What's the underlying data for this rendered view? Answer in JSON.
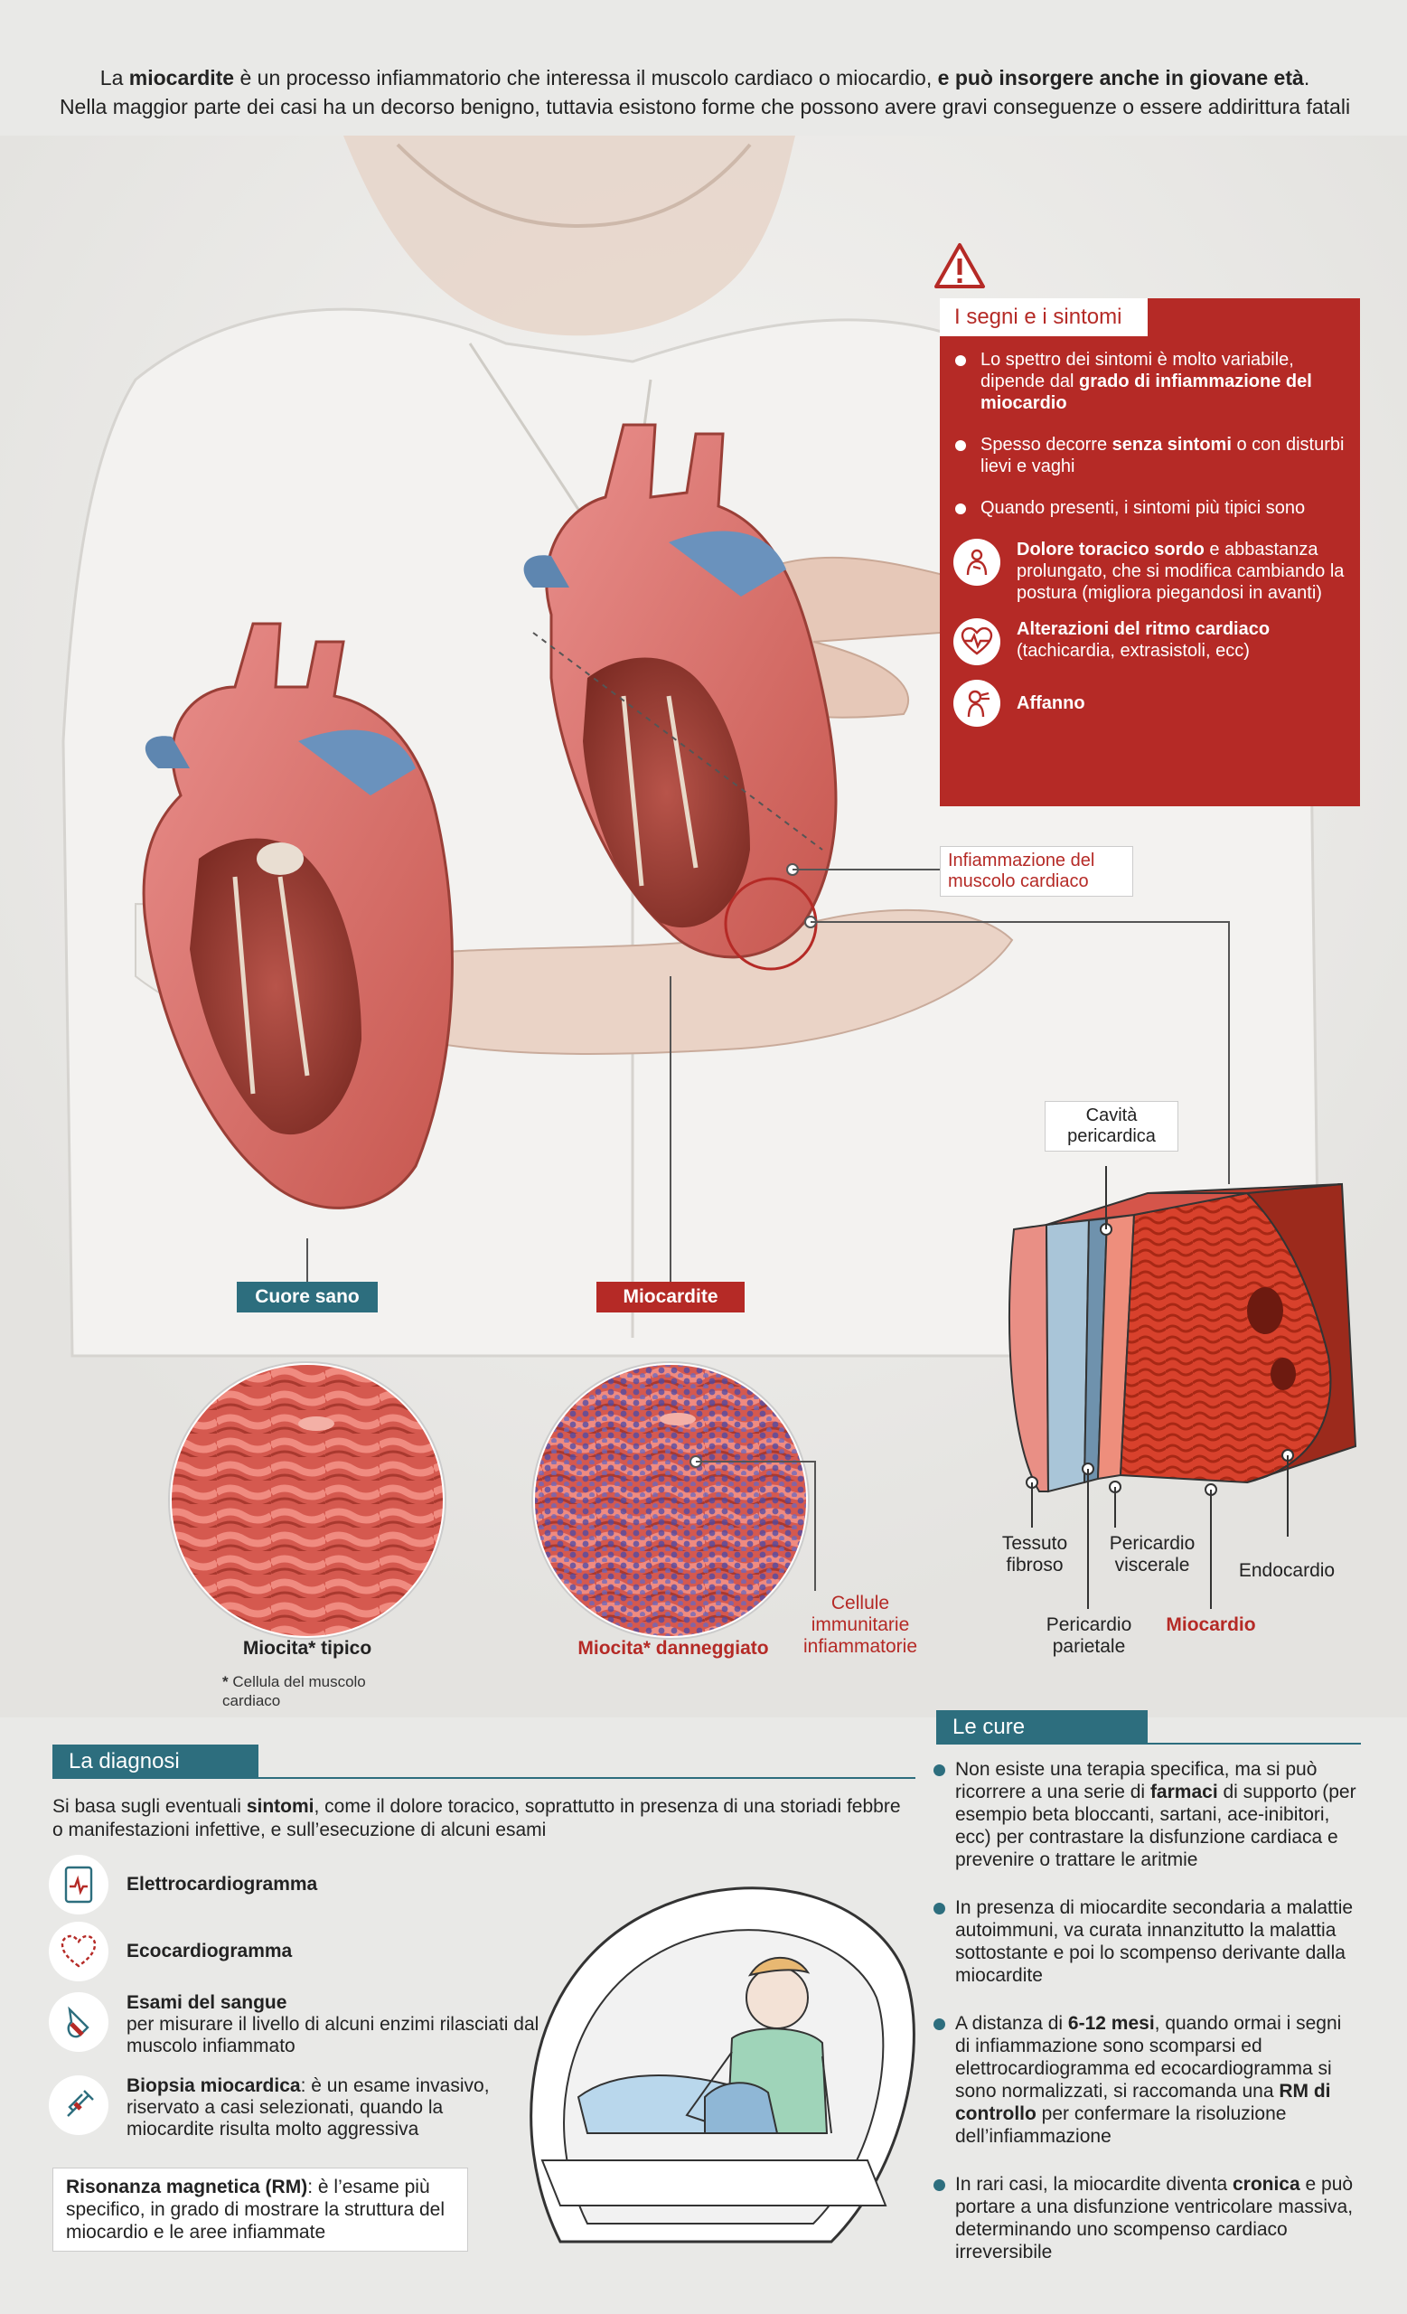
{
  "intro": {
    "line1_pre": "La ",
    "line1_bold1": "miocardite",
    "line1_mid": " è un processo infiammatorio che interessa il muscolo cardiaco o miocardio, ",
    "line1_bold2": "e può insorgere anche in giovane età",
    "line1_end": ".",
    "line2": "Nella maggior parte dei casi ha un decorso benigno, tuttavia esistono forme che possono avere gravi conseguenze o essere addirittura fatali"
  },
  "signs": {
    "title": "I segni e i sintomi",
    "b1_pre": "Lo spettro dei sintomi è molto variabile, dipende dal ",
    "b1_bold": "grado di infiammazione del miocardio",
    "b2_pre": "Spesso decorre ",
    "b2_bold": "senza sintomi",
    "b2_post": " o con disturbi lievi e vaghi",
    "b3": "Quando presenti, i sintomi più tipici sono",
    "s1_bold": "Dolore toracico sordo",
    "s1_rest": " e abbastanza prolungato, che si modifica cambiando la postura (migliora piegandosi in avanti)",
    "s2_bold": "Alterazioni del ritmo cardiaco",
    "s2_rest": " (tachicardia, extrasistoli, ecc)",
    "s3_bold": "Affanno",
    "icons": [
      "chest-pain-icon",
      "heart-rhythm-icon",
      "breathless-icon"
    ]
  },
  "illustration": {
    "inflammation_label": "Infiammazione del muscolo cardiaco",
    "cuore_sano": "Cuore sano",
    "miocardite": "Miocardite",
    "miocita_tipico": "Miocita* tipico",
    "footnote_star": "*",
    "footnote": "Cellula del muscolo cardiaco",
    "miocita_danneggiato": "Miocita* danneggiato",
    "cellule": "Cellule immunitarie infiammatorie",
    "layers": {
      "cavita": "Cavità pericardica",
      "tessuto": "Tessuto fibroso",
      "pericardio_viscerale": "Pericardio viscerale",
      "endocardio": "Endocardio",
      "pericardio_parietale": "Pericardio parietale",
      "miocardio": "Miocardio"
    },
    "colors": {
      "teal": "#2d6e7e",
      "red": "#b52a26"
    }
  },
  "diagnosi": {
    "title": "La diagnosi",
    "intro_pre": "Si basa sugli eventuali ",
    "intro_bold": "sintomi",
    "intro_post": ", come il dolore toracico, soprattutto in presenza di una storiadi febbre o manifestazioni infettive, e sull’esecuzione di alcuni esami",
    "ecg": "Elettrocardiogramma",
    "eco": "Ecocardiogramma",
    "sangue_bold": "Esami del sangue",
    "sangue_rest": "per misurare il livello di alcuni enzimi rilasciati dal muscolo infiammato",
    "biopsia_bold": "Biopsia miocardica",
    "biopsia_rest": ": è un esame invasivo, riservato a casi selezionati, quando la miocardite risulta molto aggressiva",
    "rm_bold": "Risonanza magnetica (RM)",
    "rm_rest": ": è l’esame più specifico, in grado di mostrare la struttura del miocardio e le aree infiammate"
  },
  "cure": {
    "title": "Le cure",
    "c1_pre": "Non esiste una terapia specifica, ma si può ricorrere a una serie di ",
    "c1_bold": "farmaci",
    "c1_post": " di supporto (per esempio beta bloccanti, sartani, ace-inibitori, ecc) per contrastare la disfunzione cardiaca e prevenire o trattare le aritmie",
    "c2": "In presenza di miocardite secondaria a malattie autoimmuni, va curata innanzitutto la malattia sottostante e poi lo scompenso derivante dalla miocardite",
    "c3_pre": "A distanza di ",
    "c3_bold": "6-12 mesi",
    "c3_mid": ", quando ormai i segni di infiammazione sono scomparsi ed elettrocardiogramma ed ecocardiogramma si sono normalizzati, si raccomanda una ",
    "c3_bold2": "RM di controllo",
    "c3_post": " per confermare la risoluzione dell’infiammazione",
    "c4_pre": "In rari casi, la miocardite diventa ",
    "c4_bold": "cronica",
    "c4_post": " e può portare a una disfunzione ventricolare massiva, determinando uno scompenso cardiaco irreversibile"
  }
}
